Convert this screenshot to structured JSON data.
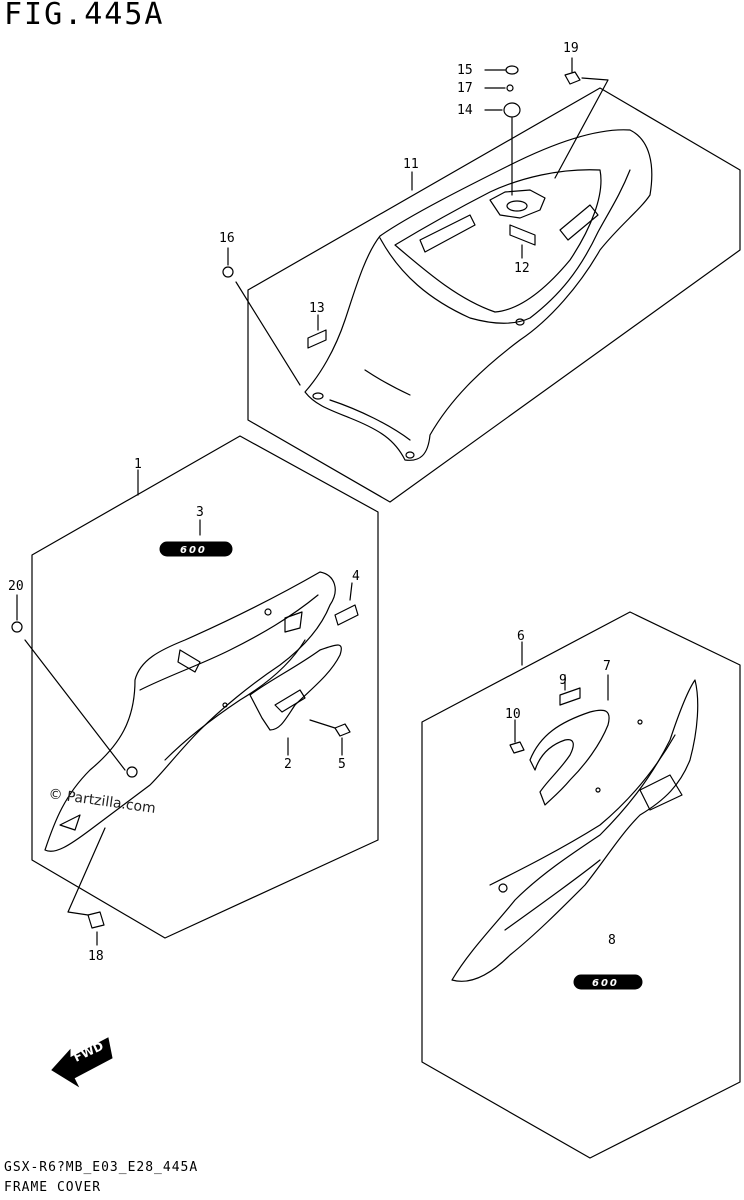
{
  "figure": {
    "title": "FIG.445A",
    "code": "GSX-R6?MB_E03_E28_445A",
    "name": "FRAME COVER"
  },
  "watermark": "© Partzilla.com",
  "fwd_label": "FWD",
  "badge_label": "600",
  "callouts": {
    "c1": "1",
    "c2": "2",
    "c3": "3",
    "c4": "4",
    "c5": "5",
    "c6": "6",
    "c7": "7",
    "c8": "8",
    "c9": "9",
    "c10": "10",
    "c11": "11",
    "c12": "12",
    "c13": "13",
    "c14": "14",
    "c15": "15",
    "c16": "16",
    "c17": "17",
    "c18": "18",
    "c19": "19",
    "c20": "20"
  },
  "colors": {
    "line": "#000000",
    "background": "#ffffff"
  }
}
